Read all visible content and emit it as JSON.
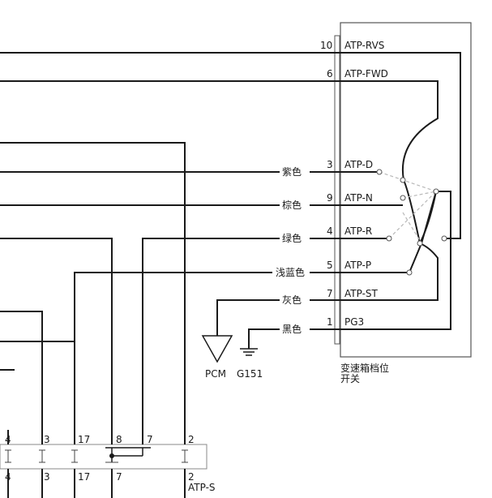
{
  "switch": {
    "label_line1": "变速箱档位",
    "label_line2": "开关",
    "pins": [
      {
        "num": "10",
        "signal": "ATP-RVS",
        "color": ""
      },
      {
        "num": "6",
        "signal": "ATP-FWD",
        "color": ""
      },
      {
        "num": "3",
        "signal": "ATP-D",
        "color": "紫色"
      },
      {
        "num": "9",
        "signal": "ATP-N",
        "color": "棕色"
      },
      {
        "num": "4",
        "signal": "ATP-R",
        "color": "绿色"
      },
      {
        "num": "5",
        "signal": "ATP-P",
        "color": "浅蓝色"
      },
      {
        "num": "7",
        "signal": "ATP-ST",
        "color": "灰色"
      },
      {
        "num": "1",
        "signal": "PG3",
        "color": "黑色"
      }
    ]
  },
  "grounds": {
    "pcm": "PCM",
    "g151": "G151"
  },
  "connector": {
    "top_pins": [
      "4",
      "3",
      "17",
      "8",
      "7",
      "2"
    ],
    "bottom_pins": [
      "4",
      "3",
      "17",
      "7",
      "2"
    ],
    "bottom_signal": "ATP-S"
  }
}
